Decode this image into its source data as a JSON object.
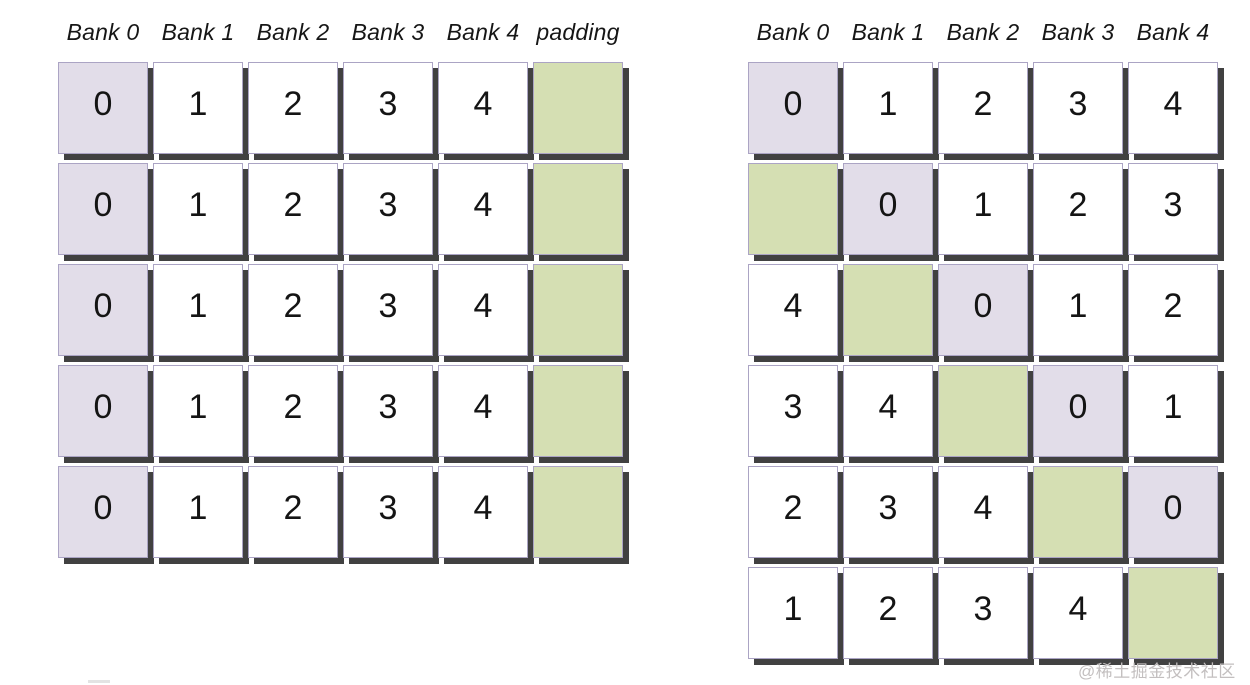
{
  "watermark": "@稀土掘金技术社区",
  "colors": {
    "cell_white": "#ffffff",
    "cell_lavender": "#e2dde9",
    "cell_green": "#d5dfb3",
    "cell_border": "#aba4c4",
    "cell_shadow": "#414141",
    "header_text": "#161616",
    "watermark_text": "#c3bfbf"
  },
  "left_diagram": {
    "headers": [
      "Bank 0",
      "Bank 1",
      "Bank 2",
      "Bank 3",
      "Bank 4",
      "padding"
    ],
    "rows": [
      [
        {
          "value": "0",
          "type": "lavender"
        },
        {
          "value": "1",
          "type": "white"
        },
        {
          "value": "2",
          "type": "white"
        },
        {
          "value": "3",
          "type": "white"
        },
        {
          "value": "4",
          "type": "white"
        },
        {
          "value": "",
          "type": "green"
        }
      ],
      [
        {
          "value": "0",
          "type": "lavender"
        },
        {
          "value": "1",
          "type": "white"
        },
        {
          "value": "2",
          "type": "white"
        },
        {
          "value": "3",
          "type": "white"
        },
        {
          "value": "4",
          "type": "white"
        },
        {
          "value": "",
          "type": "green"
        }
      ],
      [
        {
          "value": "0",
          "type": "lavender"
        },
        {
          "value": "1",
          "type": "white"
        },
        {
          "value": "2",
          "type": "white"
        },
        {
          "value": "3",
          "type": "white"
        },
        {
          "value": "4",
          "type": "white"
        },
        {
          "value": "",
          "type": "green"
        }
      ],
      [
        {
          "value": "0",
          "type": "lavender"
        },
        {
          "value": "1",
          "type": "white"
        },
        {
          "value": "2",
          "type": "white"
        },
        {
          "value": "3",
          "type": "white"
        },
        {
          "value": "4",
          "type": "white"
        },
        {
          "value": "",
          "type": "green"
        }
      ],
      [
        {
          "value": "0",
          "type": "lavender"
        },
        {
          "value": "1",
          "type": "white"
        },
        {
          "value": "2",
          "type": "white"
        },
        {
          "value": "3",
          "type": "white"
        },
        {
          "value": "4",
          "type": "white"
        },
        {
          "value": "",
          "type": "green"
        }
      ]
    ]
  },
  "right_diagram": {
    "headers": [
      "Bank 0",
      "Bank 1",
      "Bank 2",
      "Bank 3",
      "Bank 4"
    ],
    "rows": [
      [
        {
          "value": "0",
          "type": "lavender"
        },
        {
          "value": "1",
          "type": "white"
        },
        {
          "value": "2",
          "type": "white"
        },
        {
          "value": "3",
          "type": "white"
        },
        {
          "value": "4",
          "type": "white"
        }
      ],
      [
        {
          "value": "",
          "type": "green"
        },
        {
          "value": "0",
          "type": "lavender"
        },
        {
          "value": "1",
          "type": "white"
        },
        {
          "value": "2",
          "type": "white"
        },
        {
          "value": "3",
          "type": "white"
        }
      ],
      [
        {
          "value": "4",
          "type": "white"
        },
        {
          "value": "",
          "type": "green"
        },
        {
          "value": "0",
          "type": "lavender"
        },
        {
          "value": "1",
          "type": "white"
        },
        {
          "value": "2",
          "type": "white"
        }
      ],
      [
        {
          "value": "3",
          "type": "white"
        },
        {
          "value": "4",
          "type": "white"
        },
        {
          "value": "",
          "type": "green"
        },
        {
          "value": "0",
          "type": "lavender"
        },
        {
          "value": "1",
          "type": "white"
        }
      ],
      [
        {
          "value": "2",
          "type": "white"
        },
        {
          "value": "3",
          "type": "white"
        },
        {
          "value": "4",
          "type": "white"
        },
        {
          "value": "",
          "type": "green"
        },
        {
          "value": "0",
          "type": "lavender"
        }
      ],
      [
        {
          "value": "1",
          "type": "white"
        },
        {
          "value": "2",
          "type": "white"
        },
        {
          "value": "3",
          "type": "white"
        },
        {
          "value": "4",
          "type": "white"
        },
        {
          "value": "",
          "type": "green"
        }
      ]
    ]
  }
}
